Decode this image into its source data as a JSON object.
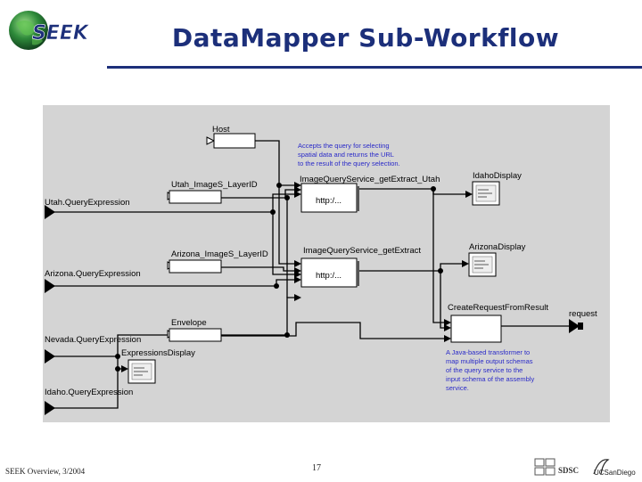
{
  "header": {
    "logo_text": "SEEK",
    "title": "DataMapper Sub-Workflow"
  },
  "diagram": {
    "ports": {
      "host": "Host",
      "utah_layer": "Utah_ImageS_LayerID",
      "arizona_layer": "Arizona_ImageS_LayerID",
      "envelope": "Envelope",
      "utah_query": "Utah.QueryExpression",
      "arizona_query": "Arizona.QueryExpression",
      "nevada_query": "Nevada.QueryExpression",
      "idaho_query": "Idaho.QueryExpression",
      "request": "request"
    },
    "actors": {
      "utah_service": "ImageQueryService_getExtract_Utah",
      "arizona_service": "ImageQueryService_getExtract",
      "service_value": "http:/...",
      "idaho_display": "IdahoDisplay",
      "arizona_display": "ArizonaDisplay",
      "expressions_display": "ExpressionsDisplay",
      "create_request": "CreateRequestFromResult"
    },
    "annotations": {
      "top_note": [
        "Accepts the query for selecting",
        "spatial data and returns the URL",
        "to the result of the query selection."
      ],
      "bottom_note": [
        "A Java-based transformer to",
        "map multiple output schemas",
        "of the query service to the",
        "input schema of the assembly",
        "service."
      ]
    },
    "colors": {
      "background": "#d4d4d4",
      "annotation": "#2a2ac8",
      "title": "#1c2f7a"
    }
  },
  "footer": {
    "left": "SEEK Overview, 3/2004",
    "page": "17",
    "sdsc": "SDSC",
    "ucsd": "UCSanDiego"
  }
}
